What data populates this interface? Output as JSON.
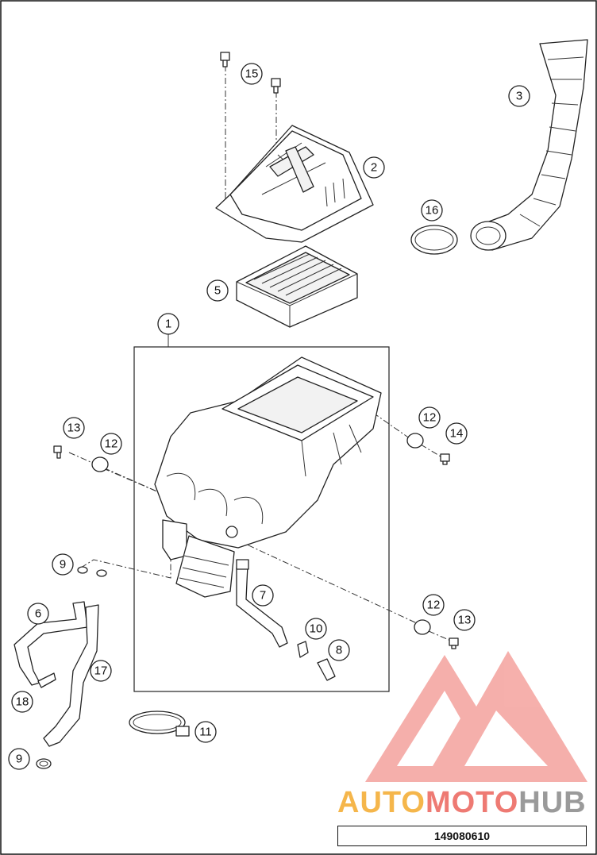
{
  "diagram": {
    "callouts": [
      {
        "id": "c15",
        "label": "15"
      },
      {
        "id": "c3",
        "label": "3"
      },
      {
        "id": "c2",
        "label": "2"
      },
      {
        "id": "c16",
        "label": "16"
      },
      {
        "id": "c5",
        "label": "5"
      },
      {
        "id": "c1",
        "label": "1"
      },
      {
        "id": "c13a",
        "label": "13"
      },
      {
        "id": "c12a",
        "label": "12"
      },
      {
        "id": "c12b",
        "label": "12"
      },
      {
        "id": "c14",
        "label": "14"
      },
      {
        "id": "c9a",
        "label": "9"
      },
      {
        "id": "c7",
        "label": "7"
      },
      {
        "id": "c6",
        "label": "6"
      },
      {
        "id": "c12c",
        "label": "12"
      },
      {
        "id": "c13b",
        "label": "13"
      },
      {
        "id": "c10",
        "label": "10"
      },
      {
        "id": "c8",
        "label": "8"
      },
      {
        "id": "c17",
        "label": "17"
      },
      {
        "id": "c18",
        "label": "18"
      },
      {
        "id": "c11",
        "label": "11"
      },
      {
        "id": "c9b",
        "label": "9"
      }
    ],
    "reference_number": "149080610"
  },
  "watermark": {
    "part1": "AUTO",
    "part2": "MOTO",
    "part3": "HUB",
    "colors": {
      "auto": "#f5b64b",
      "moto": "#ee7a73",
      "hub": "#9a9a9a",
      "logo": "#ee6f68"
    }
  }
}
